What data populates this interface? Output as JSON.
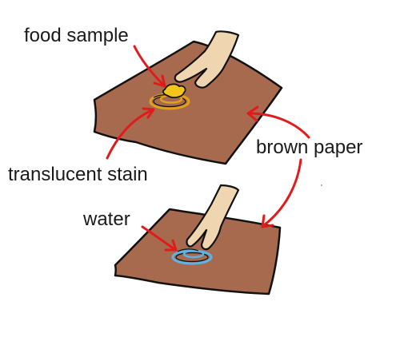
{
  "labels": {
    "food_sample": "food sample",
    "translucent_stain": "translucent stain",
    "brown_paper": "brown paper",
    "water": "water"
  },
  "colors": {
    "paper": "#a86a4f",
    "outline": "#111111",
    "arrow": "#e01b1b",
    "hand": "#efd5b0",
    "food": "#f3c51a",
    "food_ring": "#e0a21a",
    "water": "#5ab4e8",
    "background": "#ffffff"
  }
}
